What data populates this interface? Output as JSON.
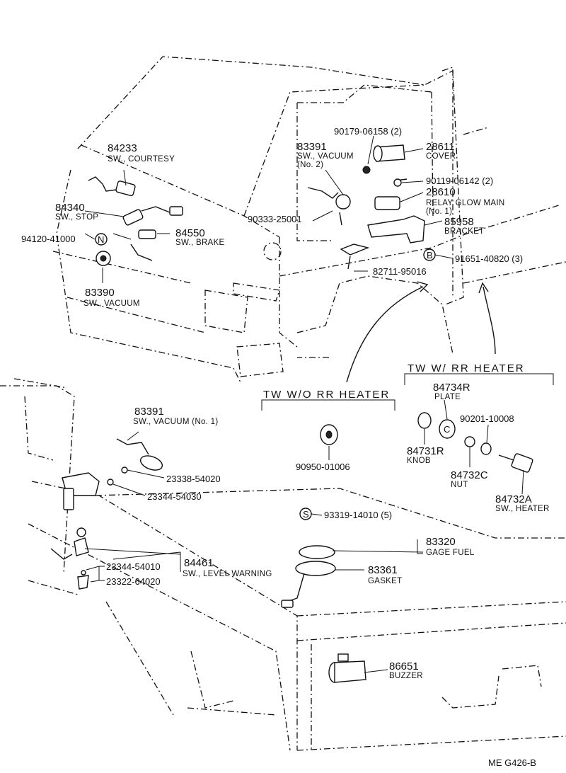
{
  "diagram": {
    "code": "ME  G426-B",
    "groups": {
      "rr_heater": "TW W/ RR HEATER",
      "wo_rr_heater": "TW W/O RR HEATER"
    },
    "parts": {
      "p84233": {
        "num": "84233",
        "desc": "SW., COURTESY"
      },
      "p84340": {
        "num": "84340",
        "desc": "SW., STOP"
      },
      "p94120": {
        "num": "94120-41000"
      },
      "p84550": {
        "num": "84550",
        "desc": "SW., BRAKE"
      },
      "p83390": {
        "num": "83390",
        "desc": "SW., VACUUM"
      },
      "p83391a": {
        "num": "83391",
        "desc": "SW., VACUUM",
        "sub": "(No. 2)"
      },
      "p90179": {
        "num": "90179-06158 (2)"
      },
      "p28611": {
        "num": "28611",
        "desc": "COVER"
      },
      "p90119": {
        "num": "90119-06142 (2)"
      },
      "p28610": {
        "num": "28610",
        "desc": "RELAY GLOW MAIN",
        "sub": "(No. 1)"
      },
      "p90333": {
        "num": "90333-25001"
      },
      "p85958": {
        "num": "85958",
        "desc": "BRACKET"
      },
      "p91651": {
        "num": "91651-40820 (3)"
      },
      "p82711": {
        "num": "82711-95016"
      },
      "p84734": {
        "num": "84734R",
        "desc": "PLATE"
      },
      "p90201": {
        "num": "90201-10008"
      },
      "p84731": {
        "num": "84731R",
        "desc": "KNOB"
      },
      "p84732c": {
        "num": "84732C",
        "desc": "NUT"
      },
      "p84732a": {
        "num": "84732A",
        "desc": "SW., HEATER"
      },
      "p90950": {
        "num": "90950-01006"
      },
      "p83391b": {
        "num": "83391",
        "desc": "SW., VACUUM (No. 1)"
      },
      "p23338": {
        "num": "23338-54020"
      },
      "p23344a": {
        "num": "23344-54030"
      },
      "p84461": {
        "num": "84461",
        "desc": "SW., LEVEL WARNING"
      },
      "p23344b": {
        "num": "23344-54010"
      },
      "p23322": {
        "num": "23322-64020"
      },
      "p93319": {
        "num": "93319-14010 (5)"
      },
      "p83320": {
        "num": "83320",
        "desc": "GAGE  FUEL"
      },
      "p83361": {
        "num": "83361",
        "desc": "GASKET"
      },
      "p86651": {
        "num": "86651",
        "desc": "BUZZER"
      }
    },
    "symbols": {
      "N": "N",
      "B": "B",
      "S": "S",
      "C": "C"
    }
  }
}
